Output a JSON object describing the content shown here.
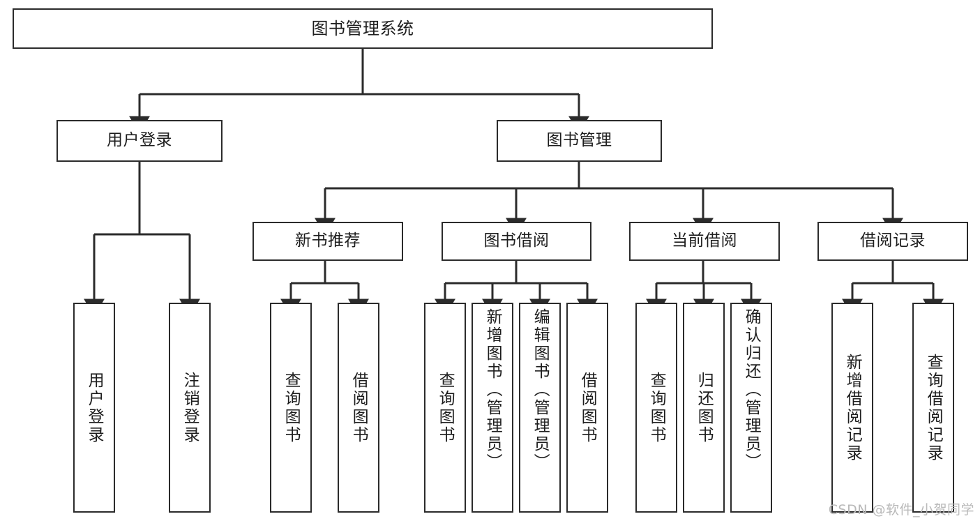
{
  "diagram": {
    "title": "图书管理系统",
    "type": "tree",
    "watermark": "CSDN @软件_小贺同学",
    "colors": {
      "stroke": "#2b2b2b",
      "fill": "#ffffff",
      "text": "#1d1d1d",
      "watermark": "#b9b9b9"
    },
    "nodes": {
      "root": {
        "label": "图书管理系统"
      },
      "level1": [
        {
          "label": "用户登录"
        },
        {
          "label": "图书管理"
        }
      ],
      "level2": [
        {
          "label": "新书推荐"
        },
        {
          "label": "图书借阅"
        },
        {
          "label": "当前借阅"
        },
        {
          "label": "借阅记录"
        }
      ],
      "leaves": {
        "user_login": [
          {
            "label": "用户登录"
          },
          {
            "label": "注销登录"
          }
        ],
        "new_book": [
          {
            "label": "查询图书"
          },
          {
            "label": "借阅图书"
          }
        ],
        "borrow": [
          {
            "label": "查询图书"
          },
          {
            "label": "新增图书（管理员）"
          },
          {
            "label": "编辑图书（管理员）"
          },
          {
            "label": "借阅图书"
          }
        ],
        "current": [
          {
            "label": "查询图书"
          },
          {
            "label": "归还图书"
          },
          {
            "label": "确认归还（管理员）"
          }
        ],
        "records": [
          {
            "label": "新增借阅记录"
          },
          {
            "label": "查询借阅记录"
          }
        ]
      }
    }
  }
}
